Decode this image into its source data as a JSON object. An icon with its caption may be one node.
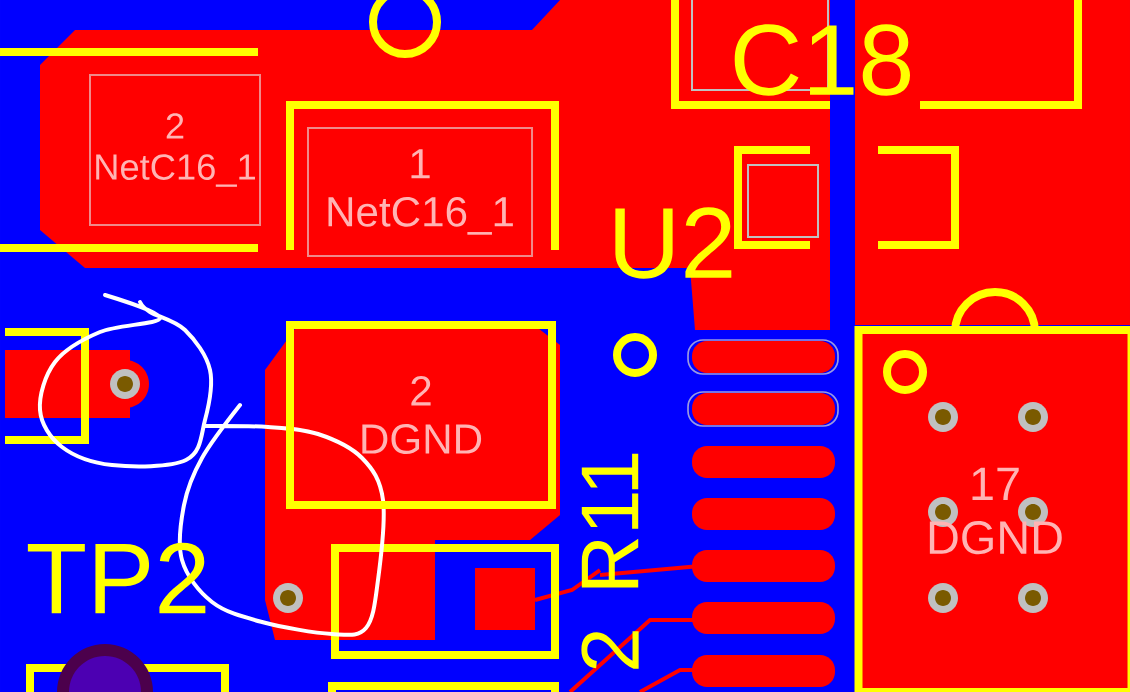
{
  "diagram": {
    "nodes": [
      {
        "text": [
          "2",
          "NetC16_1"
        ]
      },
      {
        "text": [
          "1",
          "NetC16_1"
        ]
      },
      {
        "text": [
          "2",
          "DGND"
        ]
      },
      {
        "text": [
          "17",
          "DGND"
        ]
      }
    ],
    "labels": [
      "C18",
      "U2",
      "TP2",
      "R11",
      "2"
    ]
  }
}
